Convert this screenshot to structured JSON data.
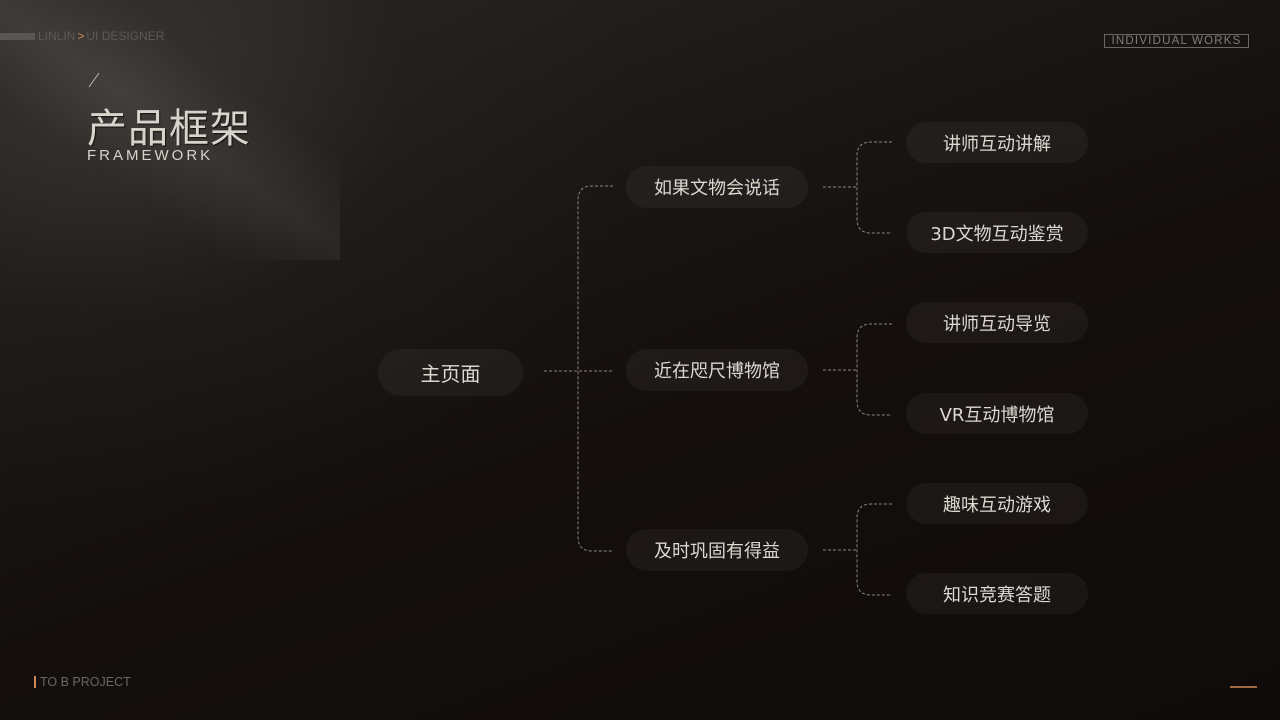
{
  "header": {
    "breadcrumb": {
      "first": "LINLIN",
      "separator": ">",
      "second": "UI DESIGNER"
    },
    "badge": "INDIVIDUAL WORKS"
  },
  "hero": {
    "slash": "/",
    "title": "产品框架",
    "subtitle": "FRAMEWORK"
  },
  "tree": {
    "root": {
      "label": "主页面"
    },
    "branches": [
      {
        "label": "如果文物会说话",
        "children": [
          {
            "label": "讲师互动讲解"
          },
          {
            "label": "3D文物互动鉴赏"
          }
        ]
      },
      {
        "label": "近在咫尺博物馆",
        "children": [
          {
            "label": "讲师互动导览"
          },
          {
            "label": "VR互动博物馆"
          }
        ]
      },
      {
        "label": "及时巩固有得益",
        "children": [
          {
            "label": "趣味互动游戏"
          },
          {
            "label": "知识竞赛答题"
          }
        ]
      }
    ]
  },
  "footer": {
    "tag": "TO B PROJECT"
  },
  "colors": {
    "background": "#0f0b0a",
    "accent": "#c98a55",
    "text": "#ddd8d0",
    "connector": "#8a8580"
  }
}
